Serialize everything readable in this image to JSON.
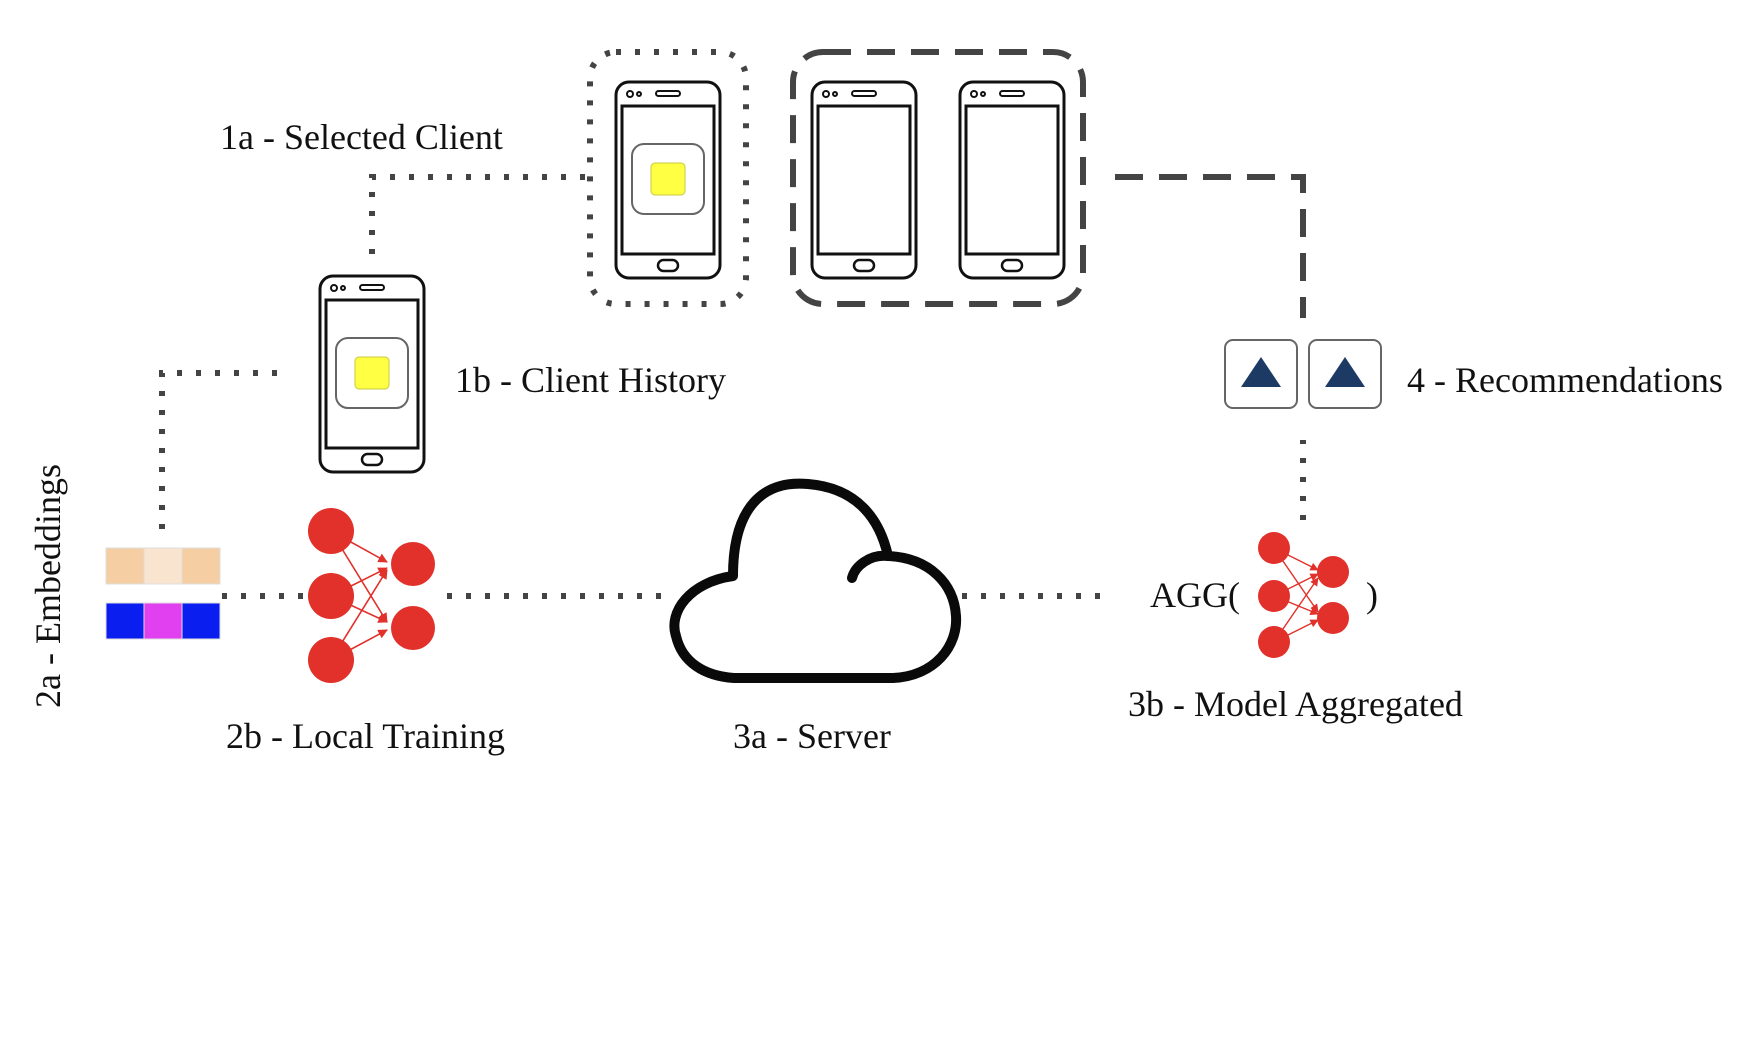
{
  "labels": {
    "selected_client": "1a - Selected Client",
    "client_history": "1b - Client History",
    "embeddings": "2a - Embeddings",
    "local_training": "2b - Local Training",
    "server": "3a - Server",
    "model_aggregated": "3b - Model Aggregated",
    "recommendations": "4 - Recommendations",
    "agg_open": "AGG(",
    "agg_close": ")"
  },
  "colors": {
    "dotted_line": "#444444",
    "dashed_line": "#444444",
    "phone_outline": "#111111",
    "item_highlight": "#ffff44",
    "neuron": "#e2302a",
    "embedding_row1": [
      "#f5cfa3",
      "#f9e5cf",
      "#f5cfa3"
    ],
    "embedding_row2": [
      "#0a1ef0",
      "#e040f0",
      "#0a1ef0"
    ],
    "recommendation_triangle": "#1c3a64"
  },
  "icons": {
    "phone": "smartphone-icon",
    "cloud": "cloud-icon",
    "neural_network": "neural-network-icon",
    "recommendation": "triangle-up-icon"
  }
}
